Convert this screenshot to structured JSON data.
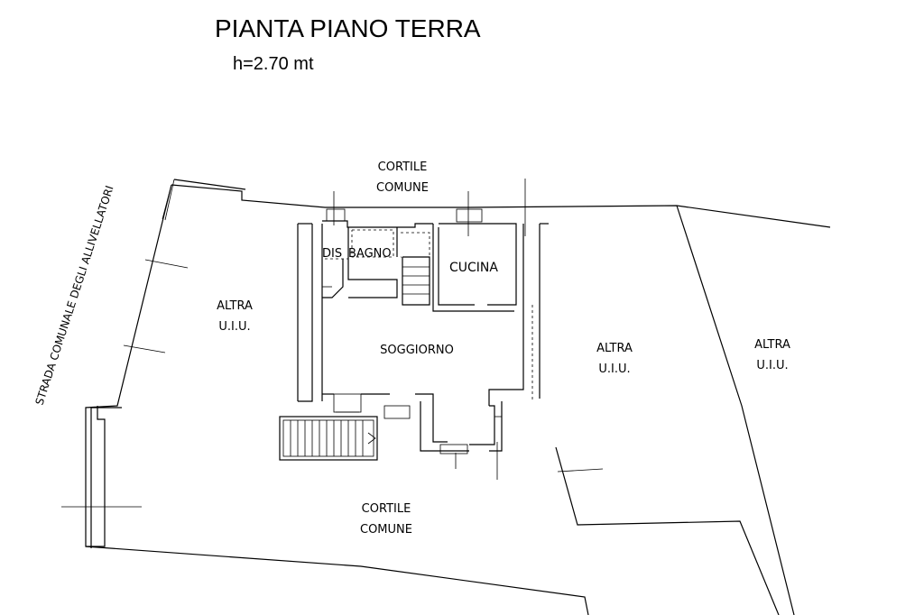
{
  "title": "PIANTA PIANO TERRA",
  "subtitle": "h=2.70 mt",
  "street": "STRADA COMUNALE DEGLI ALLIVELLATORI",
  "rooms": {
    "cortile_top": [
      "CORTILE",
      "COMUNE"
    ],
    "altra_left": [
      "ALTRA",
      "U.I.U."
    ],
    "altra_mid": [
      "ALTRA",
      "U.I.U."
    ],
    "altra_right": [
      "ALTRA",
      "U.I.U."
    ],
    "dis": "DIS",
    "bagno": "BAGNO",
    "cucina": "CUCINA",
    "soggiorno": "SOGGIORNO",
    "cortile_bottom": [
      "CORTILE",
      "COMUNE"
    ]
  }
}
